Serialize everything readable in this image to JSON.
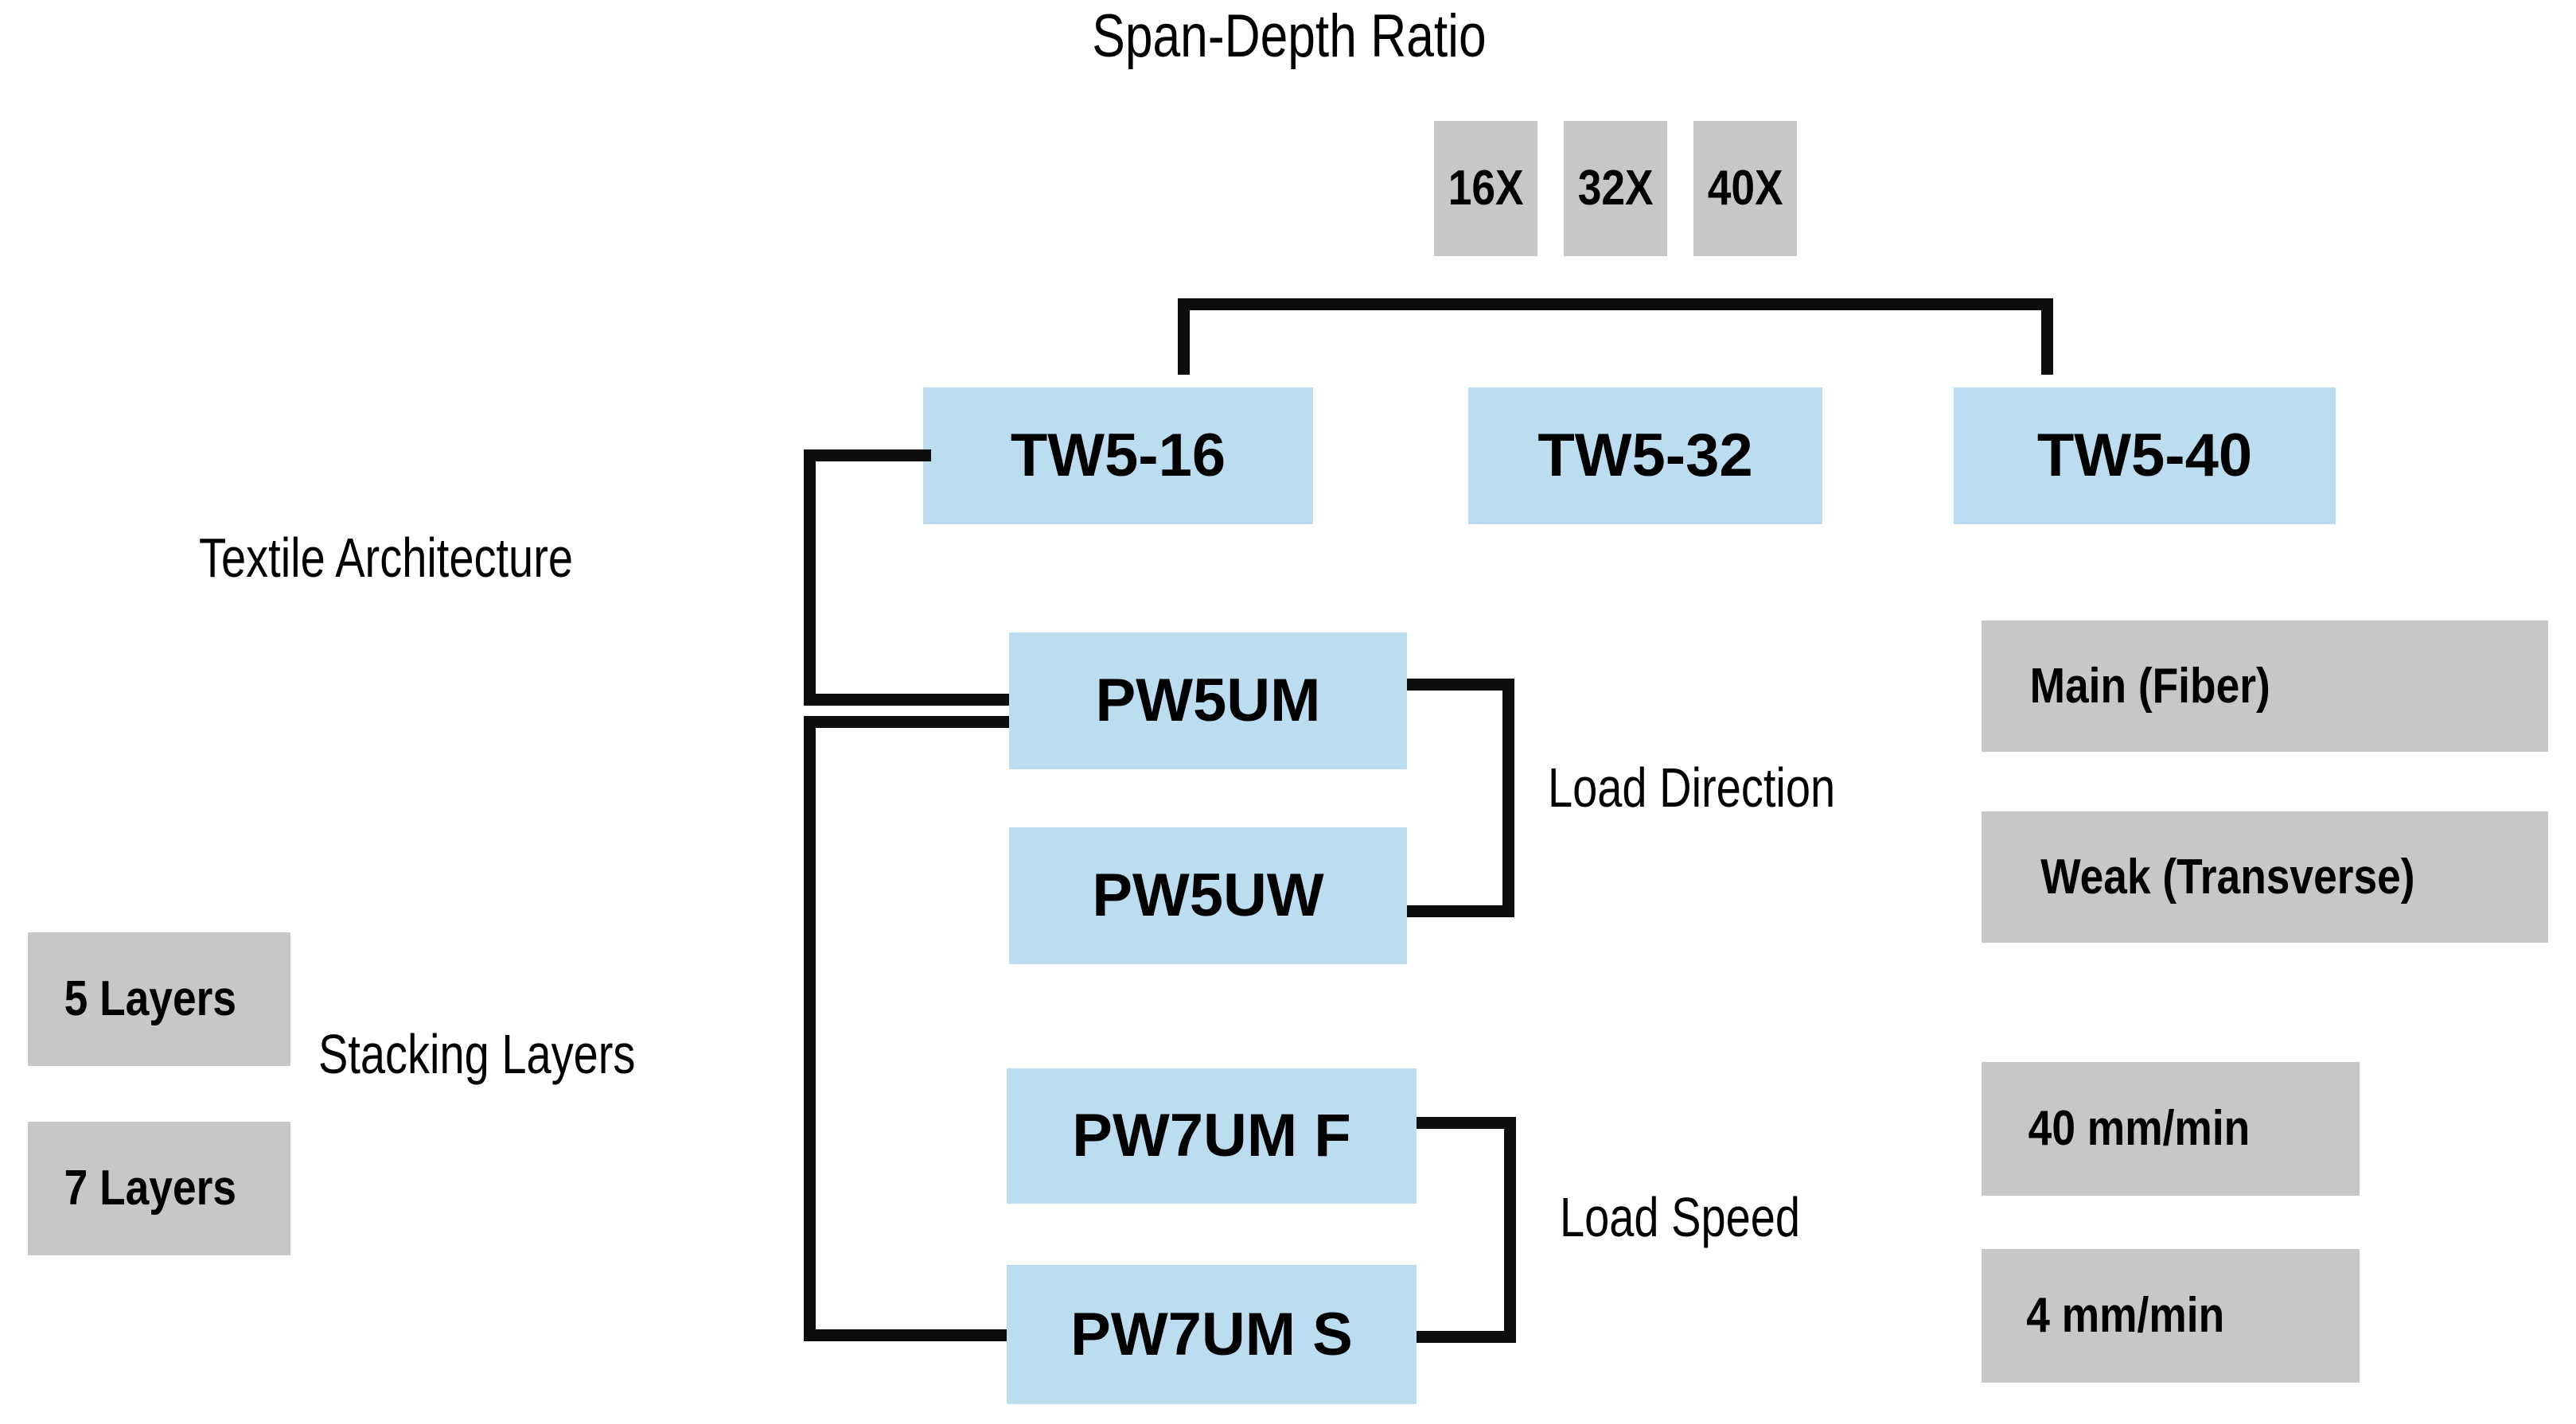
{
  "diagram": {
    "title": "Span-Depth Ratio",
    "factors": {
      "textile_architecture": "Textile Architecture",
      "stacking_layers": "Stacking Layers",
      "load_direction": "Load Direction",
      "load_speed": "Load Speed"
    },
    "span_depth_ratio_levels": [
      {
        "label": "16X"
      },
      {
        "label": "32X"
      },
      {
        "label": "40X"
      }
    ],
    "specimens": {
      "twill": [
        {
          "label": "TW5-16"
        },
        {
          "label": "TW5-32"
        },
        {
          "label": "TW5-40"
        }
      ],
      "plain_weave_5_layer": [
        {
          "label": "PW5UM"
        },
        {
          "label": "PW5UW"
        }
      ],
      "plain_weave_7_layer": [
        {
          "label": "PW7UM F"
        },
        {
          "label": "PW7UM S"
        }
      ]
    },
    "stacking_layer_levels": [
      {
        "label": "5 Layers"
      },
      {
        "label": "7 Layers"
      }
    ],
    "load_direction_levels": [
      {
        "label": "Main (Fiber)"
      },
      {
        "label": "Weak (Transverse)"
      }
    ],
    "load_speed_levels": [
      {
        "label": "40 mm/min"
      },
      {
        "label": "4 mm/min"
      }
    ],
    "colors": {
      "specimen_box": "#bcdcf0",
      "level_box": "#c7c7c7",
      "connector": "#0d0d0d",
      "text": "#000000",
      "background": "#ffffff"
    }
  }
}
